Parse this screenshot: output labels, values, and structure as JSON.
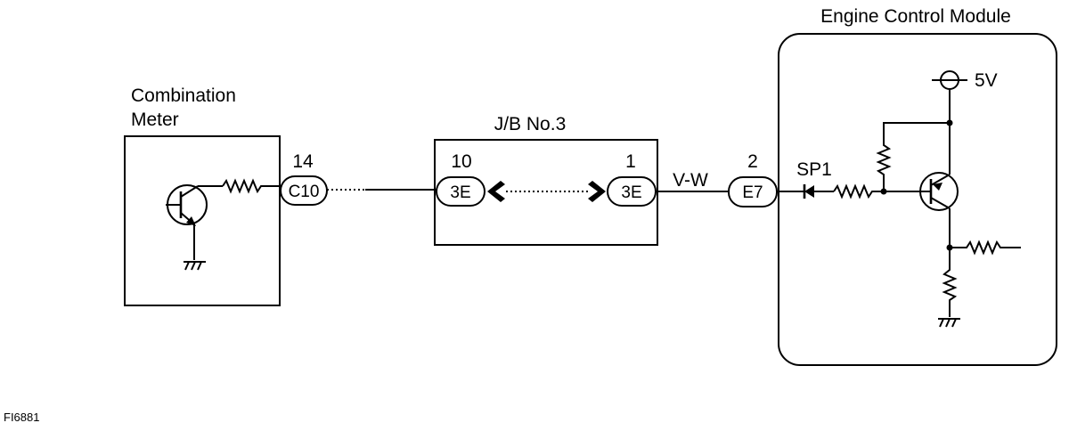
{
  "combination_meter": {
    "title_line1": "Combination",
    "title_line2": "Meter",
    "pin": "14",
    "connector": "C10"
  },
  "junction_block": {
    "title": "J/B No.3",
    "left_pin": "10",
    "left_connector": "3E",
    "right_pin": "1",
    "right_connector": "3E"
  },
  "wire_color": "V-W",
  "ecm": {
    "title": "Engine Control Module",
    "pin": "2",
    "connector": "E7",
    "terminal": "SP1",
    "supply": "5V"
  },
  "figure_id": "FI6881"
}
